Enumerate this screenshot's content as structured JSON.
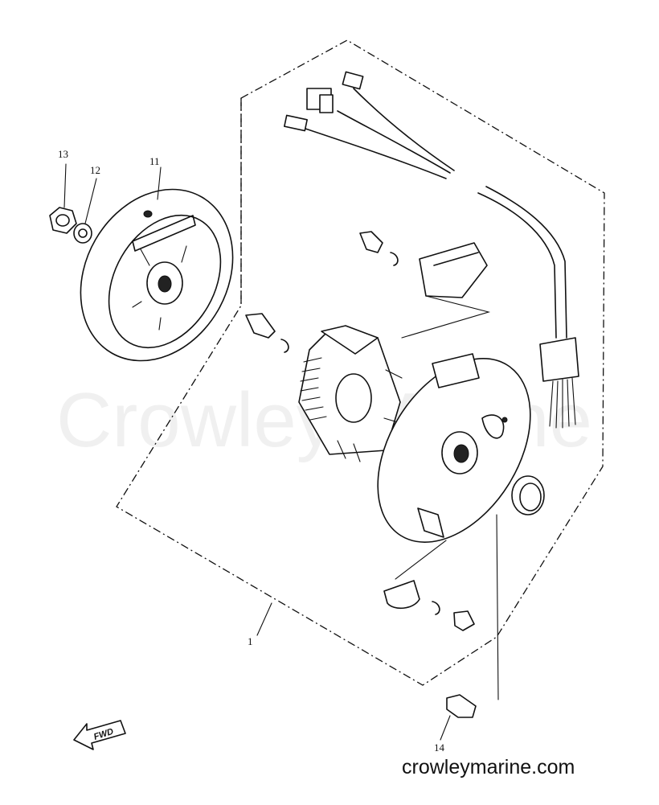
{
  "callouts": {
    "nut": "13",
    "washer": "12",
    "flywheel": "11",
    "assembly": "1",
    "screw": "14"
  },
  "watermark": "Crowley Marine",
  "site": "crowleymarine.com",
  "fwd_label": "FWD"
}
